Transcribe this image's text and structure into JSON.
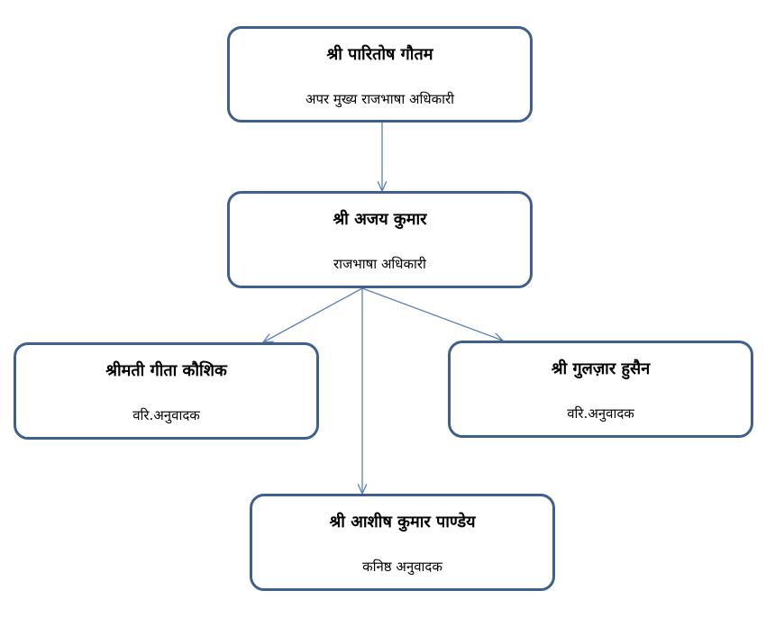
{
  "diagram": {
    "nodes": [
      {
        "id": "n1",
        "name": "श्री  पारितोष  गौतम",
        "role": "अपर  मुख्य  राजभाषा  अधिकारी"
      },
      {
        "id": "n2",
        "name": "श्री  अजय  कुमार",
        "role": "राजभाषा  अधिकारी"
      },
      {
        "id": "n3",
        "name": "श्रीमती  गीता  कौशिक",
        "role": "वरि.अनुवादक"
      },
      {
        "id": "n4",
        "name": "श्री  गुलज़ार  हुसैन",
        "role": "वरि.अनुवादक"
      },
      {
        "id": "n5",
        "name": "श्री  आशीष कुमार  पाण्डेय",
        "role": "कनिष्ठ  अनुवादक"
      }
    ],
    "edges": [
      {
        "from": "n1",
        "to": "n2"
      },
      {
        "from": "n2",
        "to": "n3"
      },
      {
        "from": "n2",
        "to": "n4"
      },
      {
        "from": "n2",
        "to": "n5"
      }
    ],
    "colors": {
      "box_border": "#3f5f8c",
      "connector": "#5b82b4"
    }
  }
}
